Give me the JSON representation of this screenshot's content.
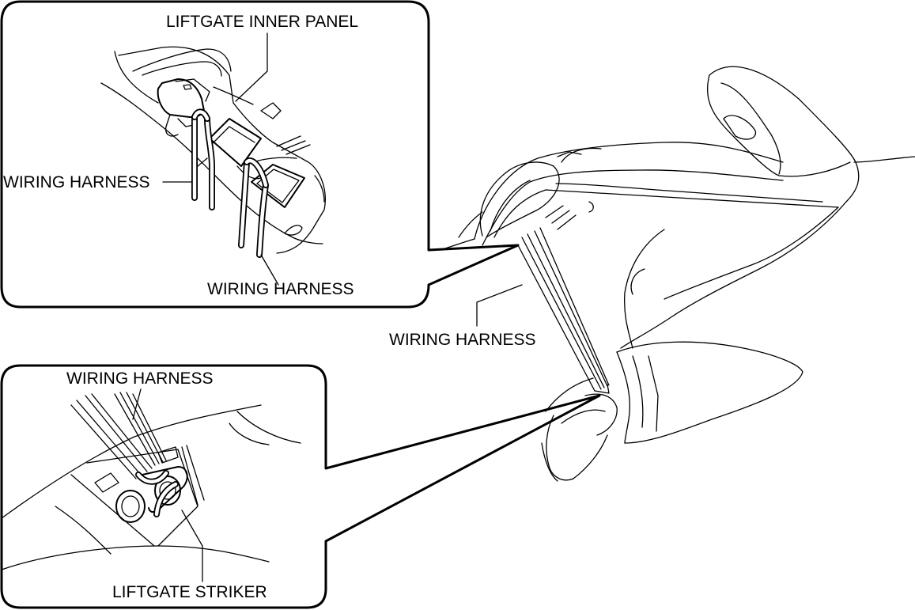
{
  "labels": {
    "liftgate_inner_panel": "LIFTGATE INNER PANEL",
    "wiring_harness_inset1_left": "WIRING HARNESS",
    "wiring_harness_inset1_bottom": "WIRING HARNESS",
    "wiring_harness_main": "WIRING HARNESS",
    "wiring_harness_inset2": "WIRING HARNESS",
    "liftgate_striker": "LIFTGATE STRIKER"
  }
}
